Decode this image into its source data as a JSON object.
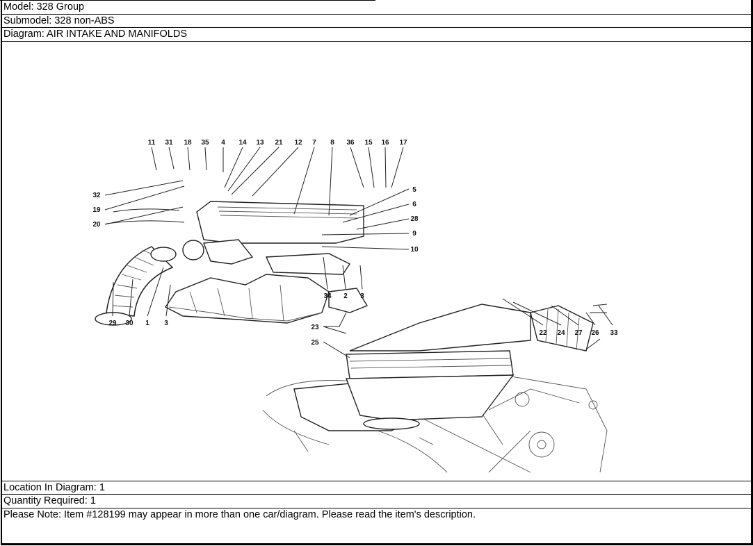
{
  "header": {
    "model": "Model: 328 Group",
    "submodel": "Submodel: 328 non-ABS",
    "diagram": "Diagram: AIR INTAKE AND MANIFOLDS"
  },
  "diagram_callouts": [
    "11",
    "31",
    "18",
    "35",
    "4",
    "14",
    "13",
    "21",
    "12",
    "7",
    "8",
    "36",
    "15",
    "16",
    "17",
    "5",
    "6",
    "28",
    "9",
    "10",
    "32",
    "19",
    "20",
    "34",
    "2",
    "3",
    "29",
    "30",
    "1",
    "3",
    "23",
    "25",
    "22",
    "24",
    "27",
    "26",
    "33"
  ],
  "footer": {
    "location": "Location In Diagram: 1",
    "quantity": "Quantity Required: 1",
    "note": "Please Note: Item #128199 may appear in more than one car/diagram. Please read the item's description."
  }
}
